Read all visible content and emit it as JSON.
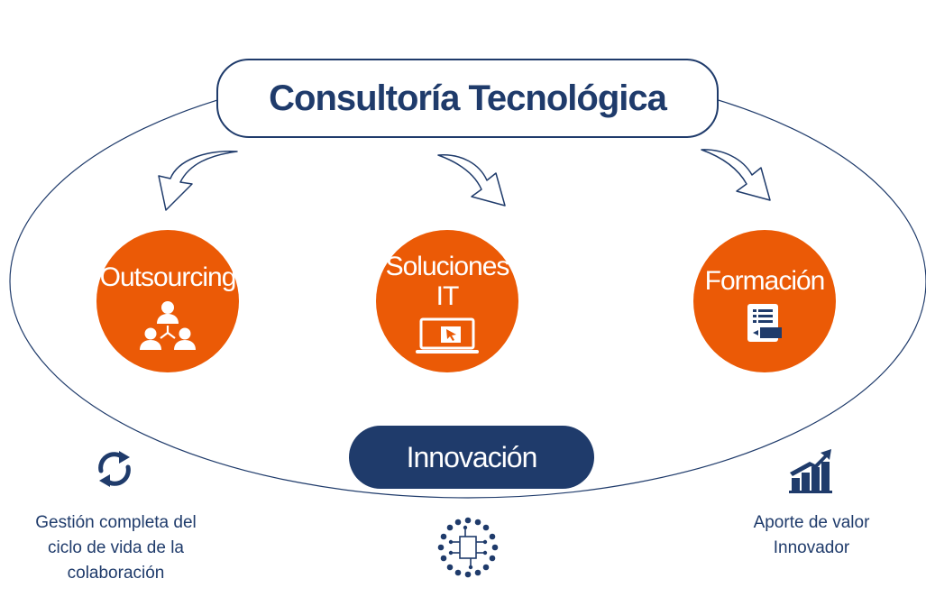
{
  "title": "Consultoría Tecnológica",
  "colors": {
    "primary_navy": "#1f3b6b",
    "accent_orange": "#eb5a06",
    "white": "#ffffff"
  },
  "services": [
    {
      "label_line1": "Outsourcing",
      "label_line2": "",
      "icon": "team-network-icon"
    },
    {
      "label_line1": "Soluciones",
      "label_line2": "IT",
      "icon": "laptop-cursor-icon"
    },
    {
      "label_line1": "Formación",
      "label_line2": "",
      "icon": "training-document-icon"
    }
  ],
  "innovation": {
    "label": "Innovación",
    "icon": "circuit-chip-icon"
  },
  "benefits": {
    "left": {
      "icon": "cycle-arrows-icon",
      "lines": [
        "Gestión completa del",
        "ciclo de vida de la",
        "colaboración"
      ]
    },
    "right": {
      "icon": "bar-chart-growth-icon",
      "lines": [
        "Aporte de valor",
        "Innovador"
      ]
    }
  }
}
